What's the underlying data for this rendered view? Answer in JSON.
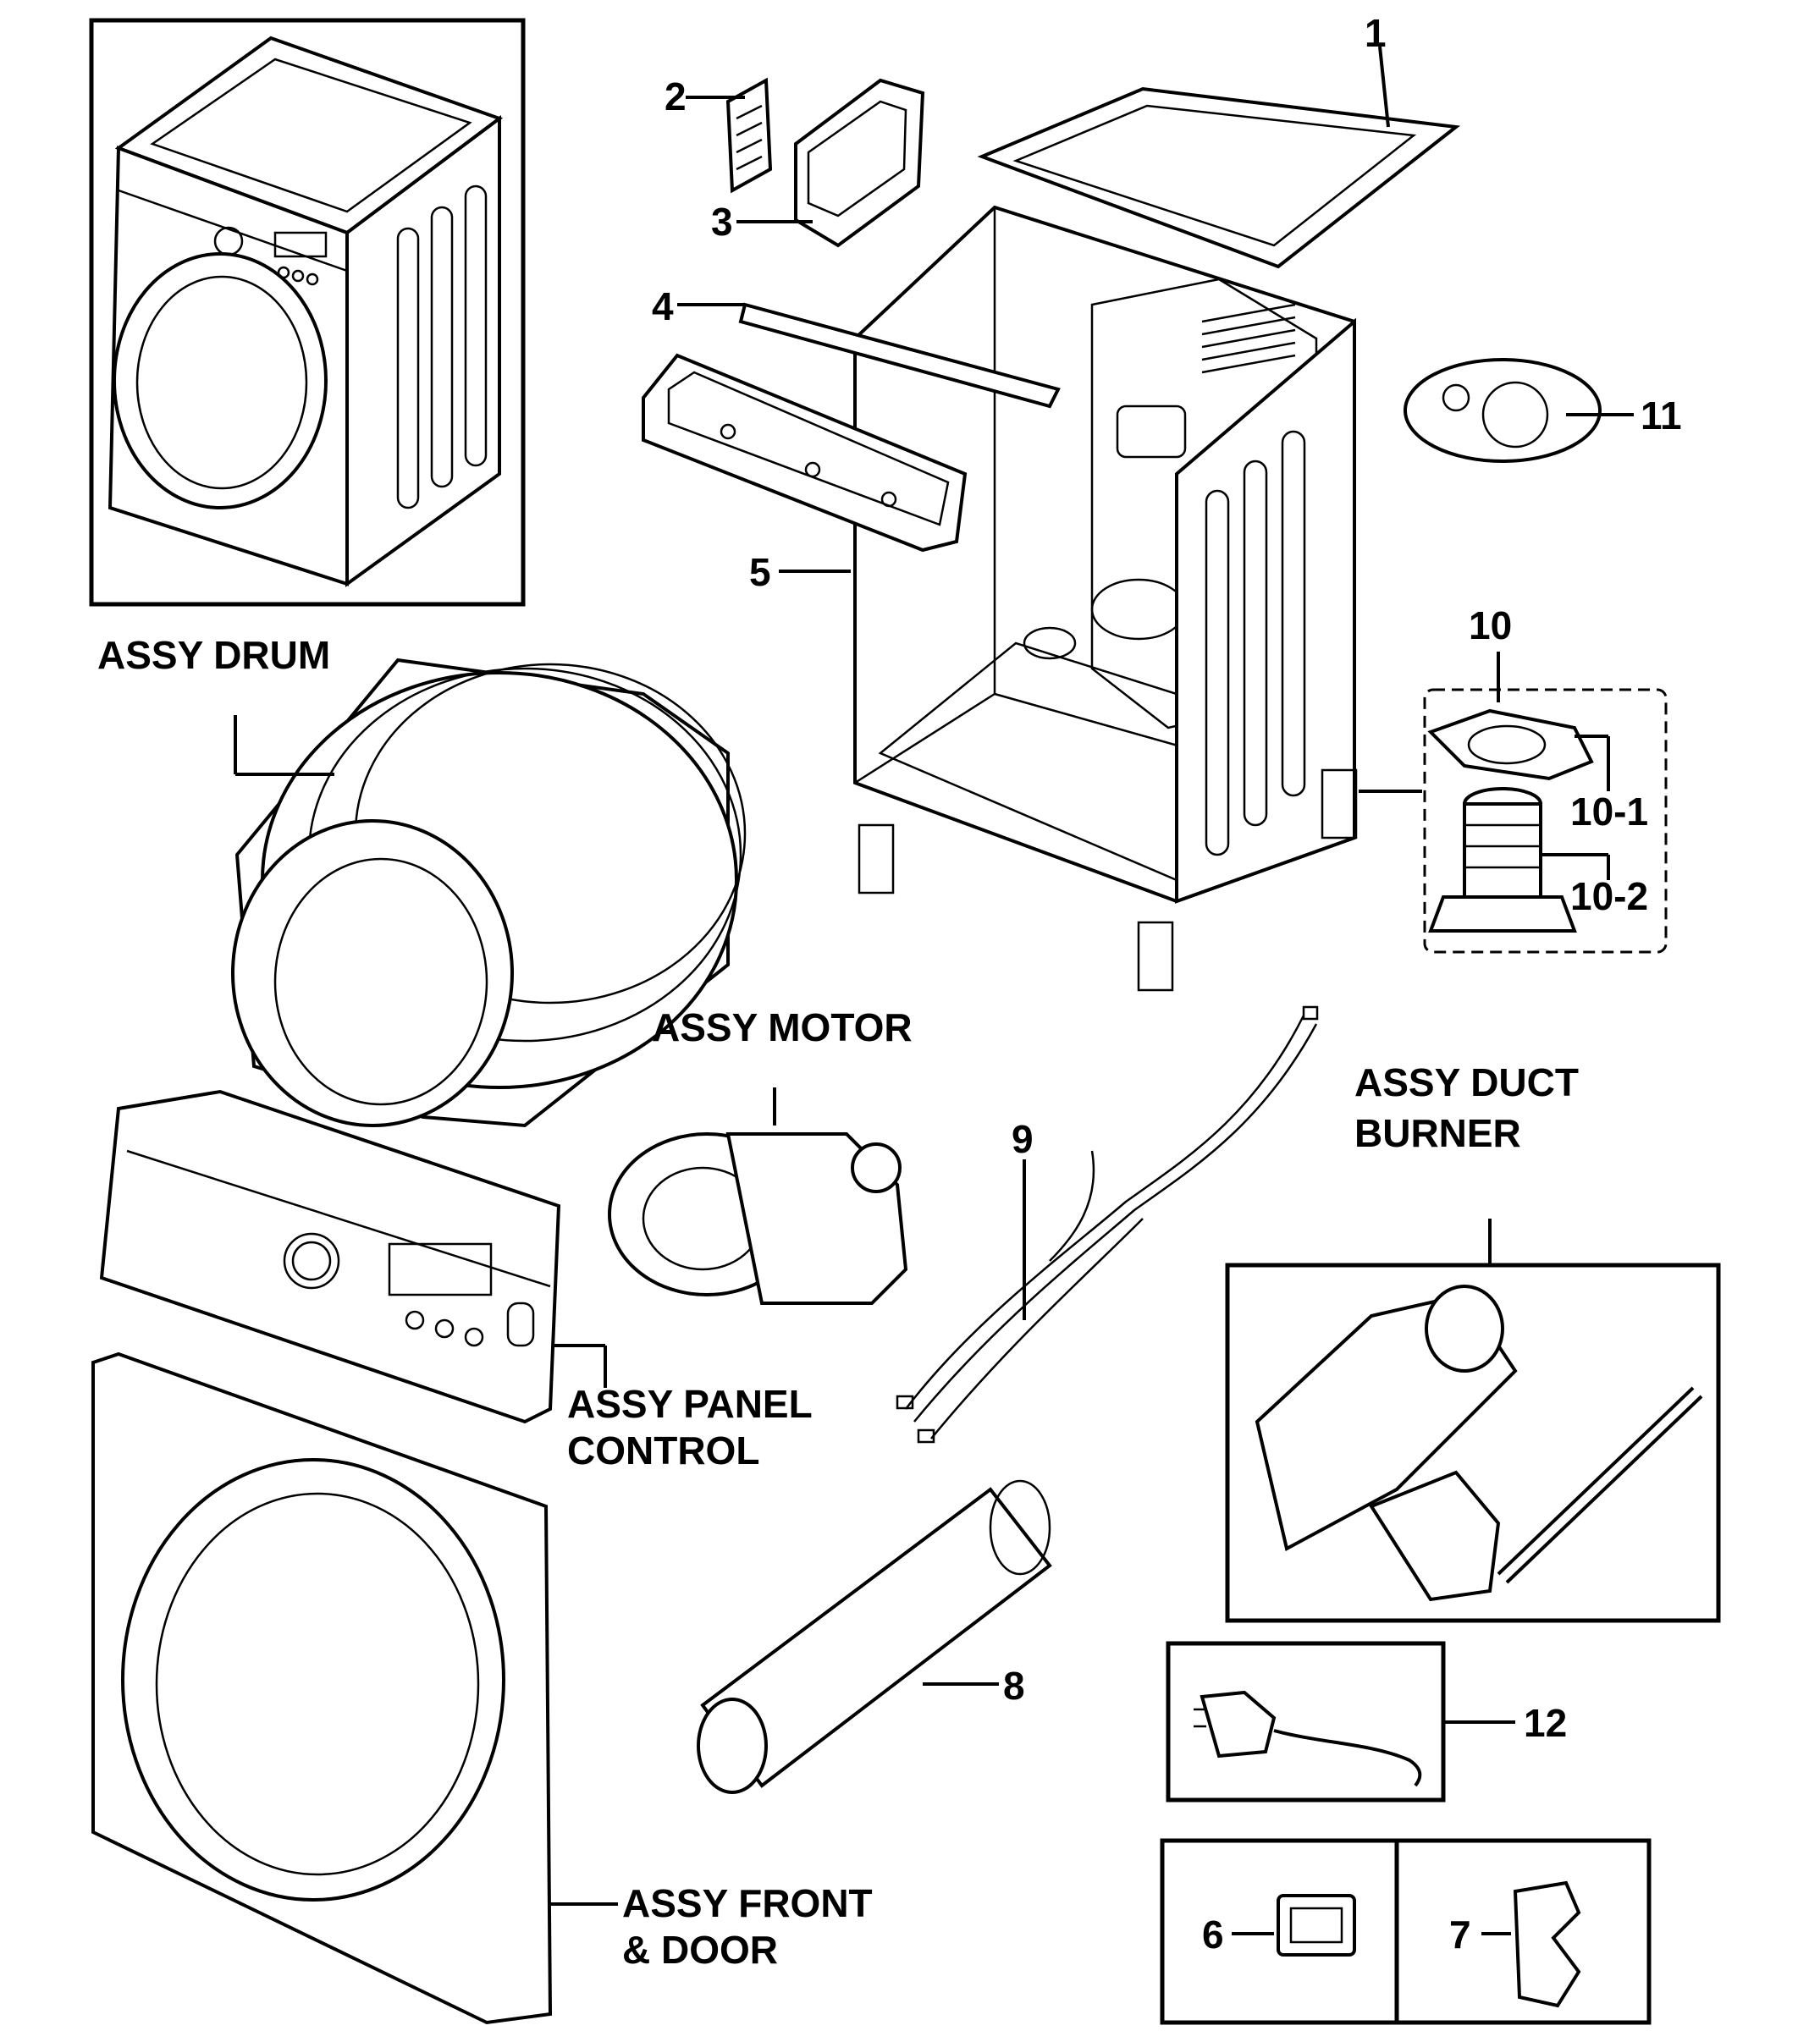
{
  "callouts": {
    "c1": "1",
    "c2": "2",
    "c3": "3",
    "c4": "4",
    "c5": "5",
    "c6": "6",
    "c7": "7",
    "c8": "8",
    "c9": "9",
    "c10": "10",
    "c10_1": "10-1",
    "c10_2": "10-2",
    "c11": "11",
    "c12": "12"
  },
  "assemblies": {
    "drum": "ASSY DRUM",
    "motor": "ASSY MOTOR",
    "duct_burner_line1": "ASSY DUCT",
    "duct_burner_line2": "BURNER",
    "panel_control_line1": "ASSY PANEL",
    "panel_control_line2": "CONTROL",
    "front_door_line1": "ASSY FRONT",
    "front_door_line2": "& DOOR"
  }
}
